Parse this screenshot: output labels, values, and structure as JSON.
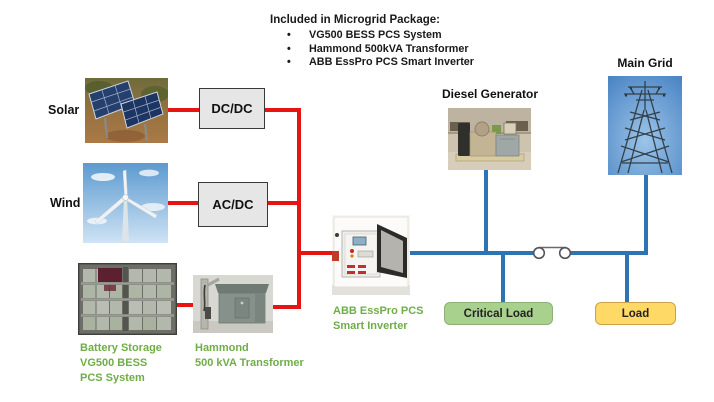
{
  "package_note": {
    "heading": "Included in Microgrid Package:",
    "bullet": "•",
    "items": [
      "VG500 BESS PCS System",
      "Hammond 500kVA Transformer",
      "ABB EssPro PCS Smart Inverter"
    ]
  },
  "nodes": {
    "solar": {
      "label": "Solar"
    },
    "wind": {
      "label": "Wind"
    },
    "dcdc": {
      "label": "DC/DC"
    },
    "acdc": {
      "label": "AC/DC"
    },
    "battery": {
      "caption_lines": [
        "Battery Storage",
        "VG500 BESS",
        "PCS System"
      ]
    },
    "transformer": {
      "caption_lines": [
        "Hammond",
        "500 kVA Transformer"
      ]
    },
    "inverter": {
      "caption_lines": [
        "ABB EssPro PCS",
        "Smart Inverter"
      ]
    },
    "diesel": {
      "label": "Diesel Generator"
    },
    "main_grid": {
      "label": "Main Grid"
    },
    "critical_load": {
      "label": "Critical Load"
    },
    "load": {
      "label": "Load"
    }
  },
  "images": {
    "solar": "solar-panel-photo",
    "wind": "wind-turbine-photo",
    "battery": "battery-storage-cabinet-photo",
    "transformer": "pad-mount-transformer-photo",
    "inverter": "inverter-cabinet-photo",
    "diesel": "diesel-generator-photo",
    "main_grid": "transmission-tower-photo"
  },
  "colors": {
    "dc_line": "#E81414",
    "ac_line": "#2E74B5",
    "caption_green": "#70AD47",
    "critical_load_fill": "#A9D18E",
    "critical_load_border": "#8FAF78",
    "load_fill": "#FFD966",
    "load_border": "#C9A24B",
    "converter_fill": "#E7E6E6",
    "converter_border": "#3B3838",
    "switch_stroke": "#6A6A6A"
  }
}
